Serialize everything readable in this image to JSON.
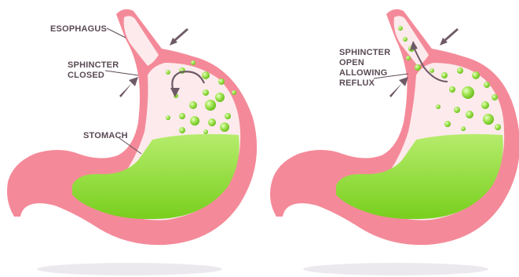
{
  "left_panel": {
    "labels": {
      "esophagus": "ESOPHAGUS",
      "sphincter_line1": "SPHINCTER",
      "sphincter_line2": "CLOSED",
      "stomach": "STOMACH"
    }
  },
  "right_panel": {
    "labels": {
      "line1": "SPHINCTER",
      "line2": "OPEN",
      "line3": "ALLOWING",
      "line4": "REFLUX"
    }
  },
  "colors": {
    "stomach_outer": "#f48a99",
    "stomach_inner": "#fbd8dc",
    "stomach_highlight": "#fdeaec",
    "acid_green": "#7ed321",
    "acid_light": "#a8e85c",
    "arrow": "#6e5a66",
    "label_text": "#5a4a55",
    "shadow": "#e8e6ea"
  }
}
